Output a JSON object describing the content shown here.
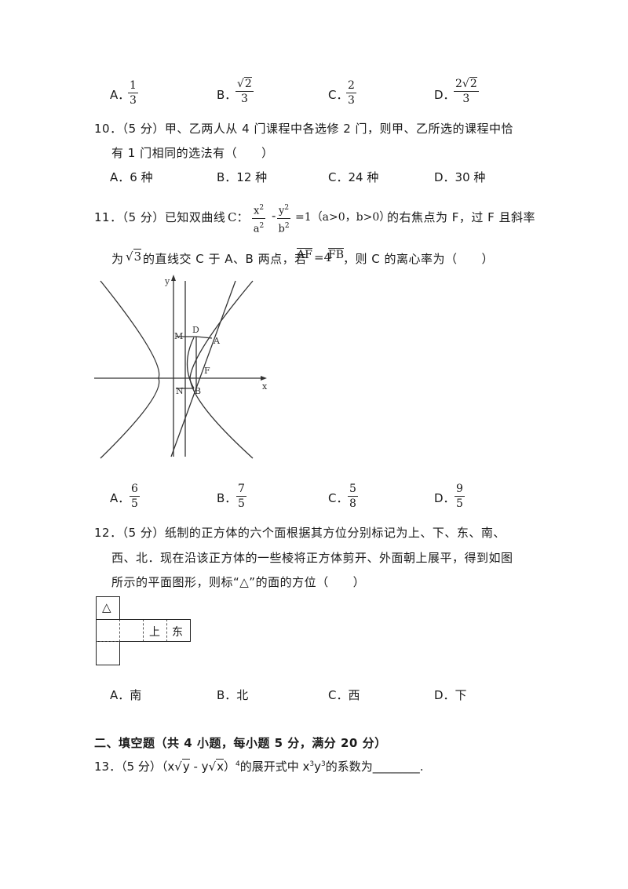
{
  "q9_options": {
    "a_label": "A．",
    "a_num": "1",
    "a_den": "3",
    "b_label": "B．",
    "b_num_rad": "2",
    "b_den": "3",
    "c_label": "C．",
    "c_num": "2",
    "c_den": "3",
    "d_label": "D．",
    "d_num_coef": "2",
    "d_num_rad": "2",
    "d_den": "3"
  },
  "q10": {
    "line1": "10．（5 分）甲、乙两人从 4 门课程中各选修 2 门，则甲、乙所选的课程中恰",
    "line2": "有 1 门相同的选法有（　　）",
    "a": "A．6 种",
    "b": "B．12 种",
    "c": "C．24 种",
    "d": "D．30 种"
  },
  "q11": {
    "prefix": "11．（5 分）已知双曲线",
    "curve": "C：",
    "frac1_num": "x",
    "frac1_den": "a",
    "sq": "2",
    "frac2_num": "y",
    "frac2_den": "b",
    "eq": "=1（a>0，b>0）",
    "suffix": "的右焦点为 F，过 F 且斜率",
    "line2_a": "为",
    "rad": "3",
    "line2_b": "的直线交 C 于 A、B 两点，若",
    "vec1": "AF",
    "eq4": "=4",
    "vec2": "FB",
    "line2_c": "，则 C 的离心率为（　　）",
    "fig_labels": {
      "y": "y",
      "x": "x",
      "M": "M",
      "D": "D",
      "A": "A",
      "F": "F",
      "N": "N",
      "B": "B"
    },
    "a_label": "A．",
    "a_num": "6",
    "a_den": "5",
    "b_label": "B．",
    "b_num": "7",
    "b_den": "5",
    "c_label": "C．",
    "c_num": "5",
    "c_den": "8",
    "d_label": "D．",
    "d_num": "9",
    "d_den": "5"
  },
  "q12": {
    "line1": "12．（5 分）纸制的正方体的六个面根据其方位分别标记为上、下、东、南、",
    "line2": "西、北．现在沿该正方体的一些棱将正方体剪开、外面朝上展平，得到如图",
    "line3": "所示的平面图形，则标“△”的面的方位（　　）",
    "net": {
      "triangle": "△",
      "up": "上",
      "east": "东"
    },
    "a": "A．南",
    "b": "B．北",
    "c": "C．西",
    "d": "D．下"
  },
  "section2": {
    "title": "二、填空题（共 4 小题，每小题 5 分，满分 20 分）"
  },
  "q13": {
    "prefix": "13．（5 分）（x",
    "rad1": "y",
    "minus": " - y",
    "rad2": "x",
    "close": "）",
    "pow": "4",
    "mid": "的展开式中 x",
    "e1": "3",
    "y": "y",
    "e2": "3",
    "suffix": "的系数为",
    "blank": "________",
    "end": "."
  }
}
